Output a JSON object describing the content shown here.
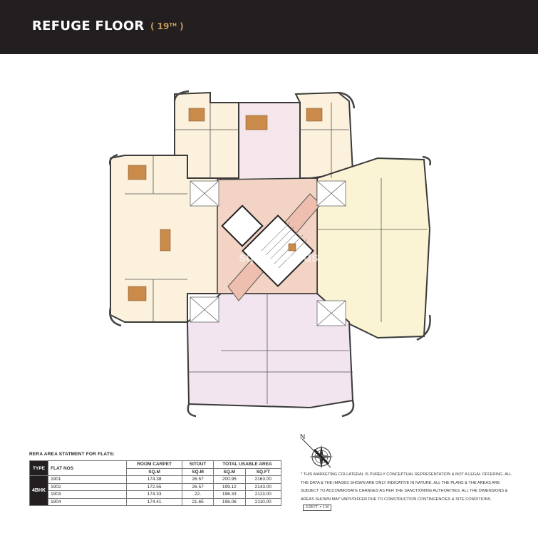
{
  "header": {
    "title": "REFUGE FLOOR",
    "floor_number": "19",
    "floor_suffix": "TH"
  },
  "plan": {
    "watermark": "square yards"
  },
  "rera": {
    "title": "RERA AREA STATMENT FOR FLATS:",
    "headers": {
      "type": "TYPE",
      "flat_nos": "FLAT NOS",
      "room_carpet": "ROOM CARPET",
      "sitout": "SITOUT",
      "total_usable": "TOTAL USABLE AREA",
      "sqm": "SQ.M",
      "sqft": "SQ.FT"
    },
    "type_value": "4BHK",
    "rows": [
      {
        "flat": "1901",
        "carpet": "174.38",
        "sitout": "26.57",
        "total_sqm": "200.95",
        "total_sqft": "2163.00"
      },
      {
        "flat": "1902",
        "carpet": "172.55",
        "sitout": "26.57",
        "total_sqm": "199.12",
        "total_sqft": "2143.00"
      },
      {
        "flat": "1903",
        "carpet": "174.33",
        "sitout": "22.",
        "total_sqm": "196.33",
        "total_sqft": "2113.00"
      },
      {
        "flat": "1904",
        "carpet": "174.41",
        "sitout": "21.65",
        "total_sqm": "196.06",
        "total_sqft": "2110.00"
      }
    ]
  },
  "compass": {
    "label": "N"
  },
  "disclaimer": {
    "text": "* This marketing collateral is purely conceptual representation & not a legal offering. All the data & the images shown are only indicative in nature. All the plans & the areas are subject to accommodate changes as per the sanctioning authorities. All the dimensions & areas shown may vary/differ due to construction contingencies & site conditions.",
    "scale": "3.28 FT. = 1 M"
  },
  "colors": {
    "header_bg": "#231f20",
    "accent": "#c49a5a",
    "core": "#f2d3c4",
    "flat_left": "#fbf1dc",
    "flat_top": "#f5e6ec",
    "flat_right": "#fbf4d4",
    "flat_bottom": "#f2e5ef"
  }
}
